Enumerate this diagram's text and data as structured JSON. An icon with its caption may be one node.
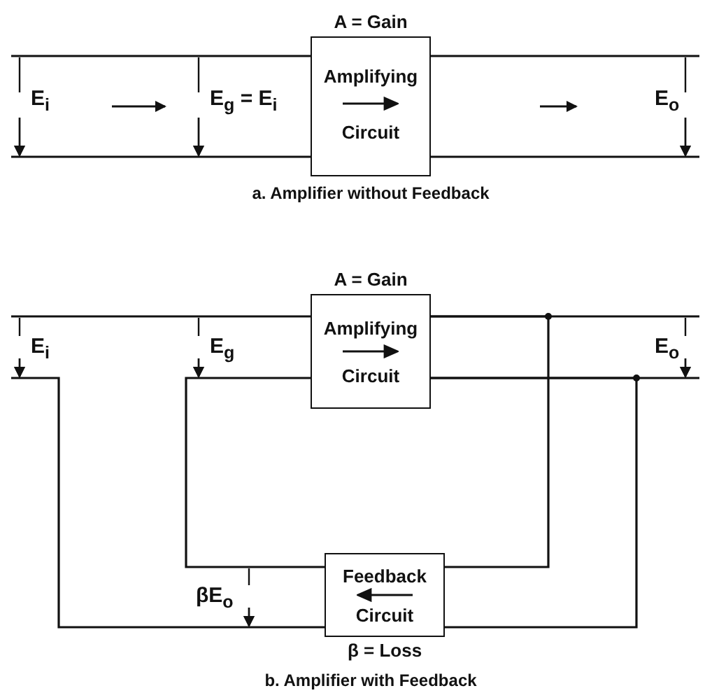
{
  "diagram": {
    "nodes": [
      {
        "text": [
          "A = Gain",
          "Amplifying Circuit"
        ]
      },
      {
        "text": [
          "A = Gain",
          "Amplifying Circuit"
        ]
      },
      {
        "text": [
          "Feedback Circuit",
          "β = Loss"
        ]
      }
    ],
    "edges": [
      {
        "from": null,
        "to": 0,
        "arrow": "none"
      },
      {
        "from": 0,
        "to": null,
        "arrow": "none"
      },
      {
        "from": null,
        "to": 1,
        "arrow": "none"
      },
      {
        "from": null,
        "to": 2,
        "arrow": "none"
      },
      {
        "from": 2,
        "to": 1,
        "arrow": "none"
      },
      {
        "from": 1,
        "to": null,
        "arrow": "none"
      },
      {
        "from": 1,
        "to": 2,
        "arrow": "none"
      }
    ],
    "labels": [
      "E$_{i}$",
      "E$_{g}$ = E$_{i}$",
      "E$_{o}$",
      "a. Amplifier without Feedback",
      "E$_{i}$",
      "E$_{g}$",
      "E$_{o}$",
      "βE$_{o}$",
      "b. Amplifier with Feedback"
    ]
  }
}
